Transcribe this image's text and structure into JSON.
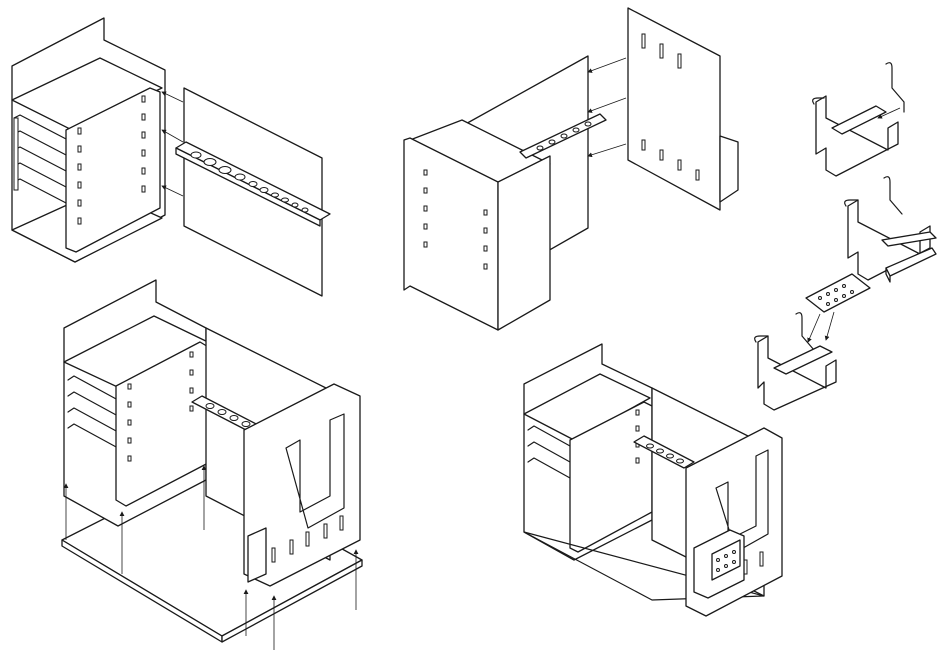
{
  "figure": {
    "line_color": "#1a1a1a",
    "background": "#ffffff",
    "views": [
      "exploded-cabinet-and-tool-rack",
      "exploded-cabinet-back-panel",
      "bracket-assembly-steps",
      "exploded-cabinet-on-base",
      "assembled-cabinet"
    ]
  }
}
